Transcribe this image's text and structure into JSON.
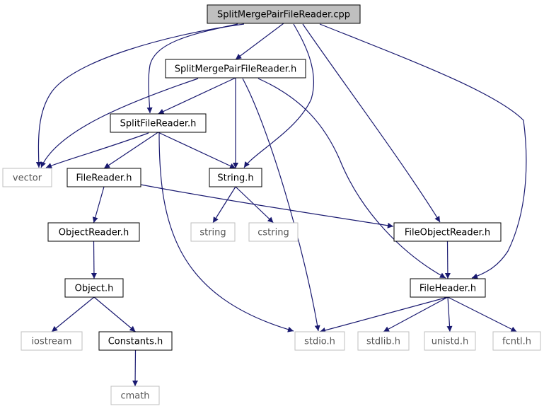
{
  "diagram": {
    "edge_color": "#191970",
    "nodes": [
      {
        "id": "root",
        "label": "SplitMergePairFileReader.cpp",
        "style": "root"
      },
      {
        "id": "smpfr_h",
        "label": "SplitMergePairFileReader.h",
        "style": "local"
      },
      {
        "id": "sfr_h",
        "label": "SplitFileReader.h",
        "style": "local"
      },
      {
        "id": "vector",
        "label": "vector",
        "style": "system"
      },
      {
        "id": "fr_h",
        "label": "FileReader.h",
        "style": "local"
      },
      {
        "id": "string_h",
        "label": "String.h",
        "style": "local"
      },
      {
        "id": "string",
        "label": "string",
        "style": "system"
      },
      {
        "id": "cstring",
        "label": "cstring",
        "style": "system"
      },
      {
        "id": "or_h",
        "label": "ObjectReader.h",
        "style": "local"
      },
      {
        "id": "for_h",
        "label": "FileObjectReader.h",
        "style": "local"
      },
      {
        "id": "obj_h",
        "label": "Object.h",
        "style": "local"
      },
      {
        "id": "fh_h",
        "label": "FileHeader.h",
        "style": "local"
      },
      {
        "id": "iostream",
        "label": "iostream",
        "style": "system"
      },
      {
        "id": "const_h",
        "label": "Constants.h",
        "style": "local"
      },
      {
        "id": "stdio_h",
        "label": "stdio.h",
        "style": "system"
      },
      {
        "id": "stdlib_h",
        "label": "stdlib.h",
        "style": "system"
      },
      {
        "id": "unistd_h",
        "label": "unistd.h",
        "style": "system"
      },
      {
        "id": "fcntl_h",
        "label": "fcntl.h",
        "style": "system"
      },
      {
        "id": "cmath",
        "label": "cmath",
        "style": "system"
      }
    ],
    "edges": [
      {
        "from": "root",
        "to": "smpfr_h"
      },
      {
        "from": "root",
        "to": "sfr_h"
      },
      {
        "from": "root",
        "to": "vector"
      },
      {
        "from": "root",
        "to": "string_h"
      },
      {
        "from": "root",
        "to": "for_h"
      },
      {
        "from": "root",
        "to": "fh_h"
      },
      {
        "from": "smpfr_h",
        "to": "sfr_h"
      },
      {
        "from": "smpfr_h",
        "to": "vector"
      },
      {
        "from": "smpfr_h",
        "to": "string_h"
      },
      {
        "from": "smpfr_h",
        "to": "stdio_h"
      },
      {
        "from": "smpfr_h",
        "to": "fh_h"
      },
      {
        "from": "sfr_h",
        "to": "vector"
      },
      {
        "from": "sfr_h",
        "to": "fr_h"
      },
      {
        "from": "sfr_h",
        "to": "string_h"
      },
      {
        "from": "sfr_h",
        "to": "stdio_h"
      },
      {
        "from": "fr_h",
        "to": "or_h"
      },
      {
        "from": "fr_h",
        "to": "for_h"
      },
      {
        "from": "string_h",
        "to": "string"
      },
      {
        "from": "string_h",
        "to": "cstring"
      },
      {
        "from": "or_h",
        "to": "obj_h"
      },
      {
        "from": "for_h",
        "to": "fh_h"
      },
      {
        "from": "obj_h",
        "to": "iostream"
      },
      {
        "from": "obj_h",
        "to": "const_h"
      },
      {
        "from": "const_h",
        "to": "cmath"
      },
      {
        "from": "fh_h",
        "to": "stdio_h"
      },
      {
        "from": "fh_h",
        "to": "stdlib_h"
      },
      {
        "from": "fh_h",
        "to": "unistd_h"
      },
      {
        "from": "fh_h",
        "to": "fcntl_h"
      }
    ]
  }
}
